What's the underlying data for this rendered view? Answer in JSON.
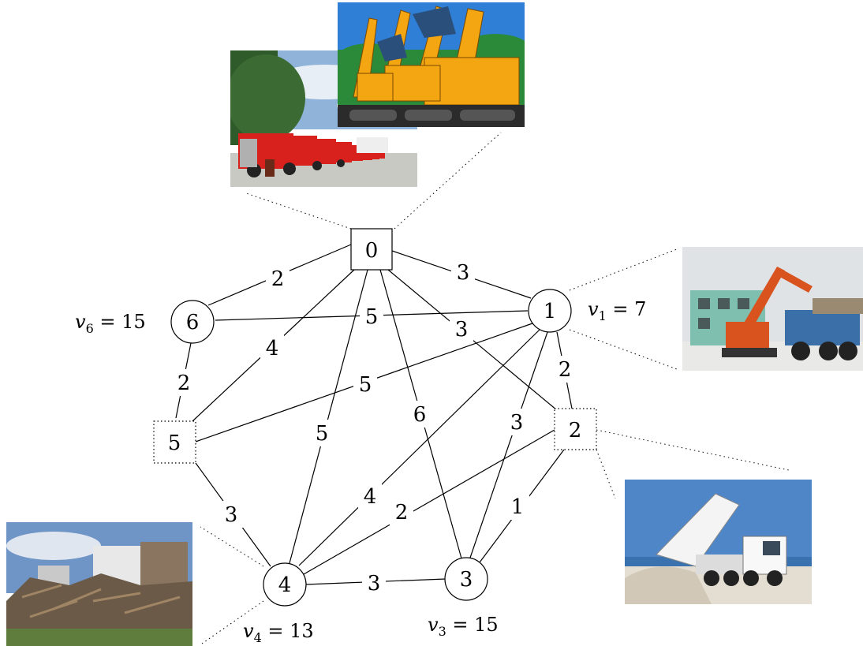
{
  "nodes": [
    {
      "id": "0",
      "label": "0",
      "shape": "square"
    },
    {
      "id": "1",
      "label": "1",
      "shape": "circle"
    },
    {
      "id": "2",
      "label": "2",
      "shape": "dotted-square"
    },
    {
      "id": "3",
      "label": "3",
      "shape": "circle"
    },
    {
      "id": "4",
      "label": "4",
      "shape": "circle"
    },
    {
      "id": "5",
      "label": "5",
      "shape": "dotted-square"
    },
    {
      "id": "6",
      "label": "6",
      "shape": "circle"
    }
  ],
  "edges": [
    {
      "from": "0",
      "to": "6",
      "weight": "2"
    },
    {
      "from": "0",
      "to": "1",
      "weight": "3"
    },
    {
      "from": "0",
      "to": "5",
      "weight": "4"
    },
    {
      "from": "0",
      "to": "4",
      "weight": "5"
    },
    {
      "from": "0",
      "to": "3",
      "weight": "6"
    },
    {
      "from": "0",
      "to": "2",
      "weight": "3"
    },
    {
      "from": "6",
      "to": "1",
      "weight": "5"
    },
    {
      "from": "6",
      "to": "5",
      "weight": "2"
    },
    {
      "from": "1",
      "to": "5",
      "weight": "5"
    },
    {
      "from": "1",
      "to": "2",
      "weight": "2"
    },
    {
      "from": "1",
      "to": "4",
      "weight": "4"
    },
    {
      "from": "1",
      "to": "3",
      "weight": "3"
    },
    {
      "from": "2",
      "to": "4",
      "weight": "2"
    },
    {
      "from": "2",
      "to": "3",
      "weight": "1"
    },
    {
      "from": "5",
      "to": "4",
      "weight": "3"
    },
    {
      "from": "4",
      "to": "3",
      "weight": "3"
    }
  ],
  "values": {
    "v1": {
      "var": "v",
      "sub": "1",
      "eq": " = 7"
    },
    "v3": {
      "var": "v",
      "sub": "3",
      "eq": " = 15"
    },
    "v4": {
      "var": "v",
      "sub": "4",
      "eq": " = 13"
    },
    "v6": {
      "var": "v",
      "sub": "6",
      "eq": " = 15"
    }
  },
  "photos": [
    {
      "name": "red-trucks-photo",
      "node": "0"
    },
    {
      "name": "excavators-photo",
      "node": "0"
    },
    {
      "name": "demolition-excavator-photo",
      "node": "1"
    },
    {
      "name": "dump-truck-photo",
      "node": "2"
    },
    {
      "name": "debris-pile-photo",
      "node": "4"
    }
  ]
}
